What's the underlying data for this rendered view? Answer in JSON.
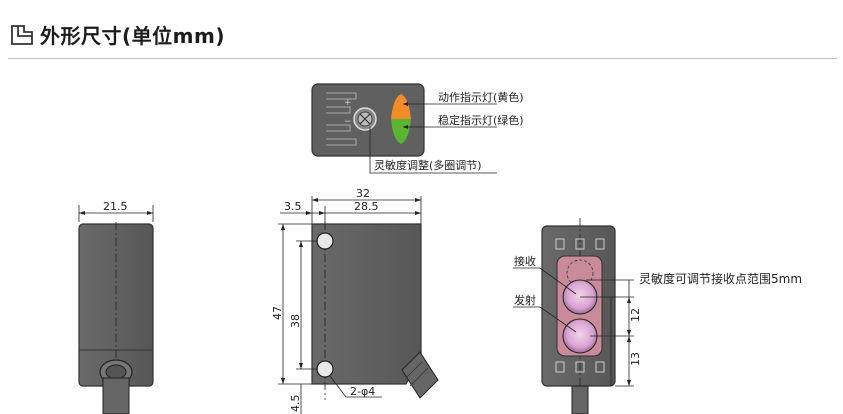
{
  "header": {
    "title": "外形尺寸(单位mm)"
  },
  "top_view": {
    "label_action_led": "动作指示灯(黄色)",
    "label_stable_led": "稳定指示灯(绿色)",
    "label_sensitivity": "灵敏度调整(多圈调节)",
    "colors": {
      "action_led": "#f28c28",
      "stable_led": "#5bb531",
      "body": "#5b5b5b"
    }
  },
  "side_view": {
    "width_dim": "21.5"
  },
  "front_view": {
    "overall_width": "32",
    "offset_dim": "3.5",
    "hole_spacing_w": "28.5",
    "height_dim": "47",
    "hole_spacing_h": "38",
    "bottom_dim": "4.5",
    "hole_note": "2-φ4"
  },
  "lens_view": {
    "label_receive": "接收",
    "label_emit": "发射",
    "label_range": "灵敏度可调节接收点范围5mm",
    "dim_upper": "12",
    "dim_lower": "13",
    "colors": {
      "lens_window": "#c98a9a",
      "lens": "#d9a6d2"
    }
  }
}
